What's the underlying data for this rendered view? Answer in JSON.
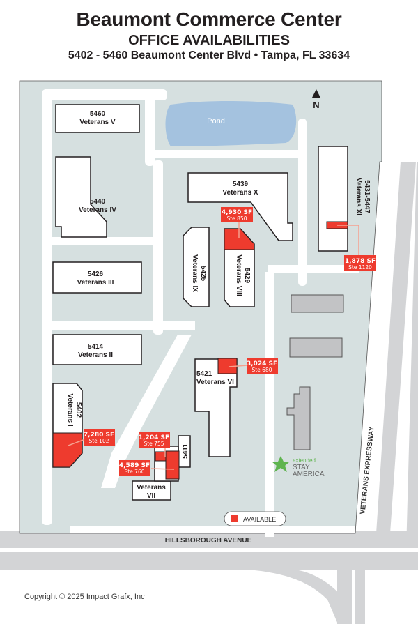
{
  "header": {
    "title": "Beaumont Commerce Center",
    "subtitle": "OFFICE AVAILABILITIES",
    "address": "5402 - 5460 Beaumont Center Blvd • Tampa, FL 33634"
  },
  "map": {
    "pond_label": "Pond",
    "north_label": "N",
    "colors": {
      "site": "#d6e0e0",
      "pond": "#a4c2df",
      "road": "#d3d4d6",
      "building": "#ffffff",
      "neighbor_building": "#c2c3c5",
      "available": "#ee3b2e",
      "leader": "#f5a08f",
      "hotel_green": "#5fb44f"
    },
    "buildings": [
      {
        "number": "5460",
        "name": "Veterans V"
      },
      {
        "number": "5440",
        "name": "Veterans IV"
      },
      {
        "number": "5426",
        "name": "Veterans III"
      },
      {
        "number": "5414",
        "name": "Veterans II"
      },
      {
        "number": "5402",
        "name": "Veterans I"
      },
      {
        "number": "5439",
        "name": "Veterans X"
      },
      {
        "number": "5425",
        "name": "Veterans IX"
      },
      {
        "number": "5429",
        "name": "Veterans VIII"
      },
      {
        "number": "5431-5447",
        "name": "Veterans XI"
      },
      {
        "number": "5421",
        "name": "Veterans VI"
      },
      {
        "number": "5411",
        "name": ""
      },
      {
        "number": "",
        "name": "Veterans VII"
      }
    ],
    "availabilities": [
      {
        "size": "4,930 SF",
        "suite": "Ste 850",
        "building": "Veterans VIII"
      },
      {
        "size": "1,878 SF",
        "suite": "Ste 1120",
        "building": "Veterans XI"
      },
      {
        "size": "3,024 SF",
        "suite": "Ste 680",
        "building": "Veterans VI"
      },
      {
        "size": "7,280 SF",
        "suite": "Ste 102",
        "building": "Veterans I"
      },
      {
        "size": "1,204 SF",
        "suite": "Ste 755",
        "building": "Veterans VII"
      },
      {
        "size": "4,589 SF",
        "suite": "Ste 760",
        "building": "Veterans VII"
      }
    ],
    "hotel": {
      "line1": "extended",
      "line2": "STAY",
      "line3": "AMERICA"
    },
    "legend": {
      "label": "AVAILABLE"
    },
    "roads": {
      "horizontal": "HILLSBOROUGH AVENUE",
      "vertical": "VETERANS EXPRESSWAY"
    }
  },
  "footer": {
    "copyright": "Copyright © 2025 Impact Grafx, Inc"
  }
}
